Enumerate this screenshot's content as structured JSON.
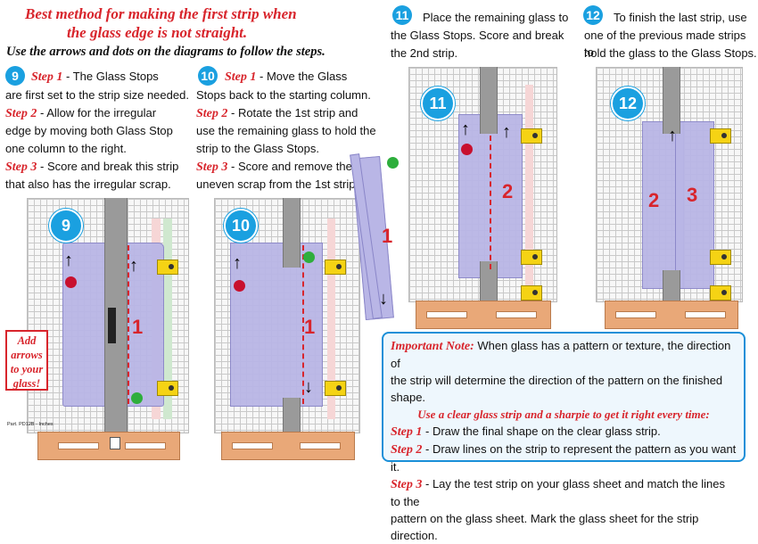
{
  "header": {
    "title_line1": "Best method for making the first strip when",
    "title_line2": "the glass edge is not straight.",
    "subtitle": "Use the arrows and dots on the diagrams to follow the steps."
  },
  "step9": {
    "badge": "9",
    "s1_label": "Step 1",
    "s1_text_a": " - The Glass Stops",
    "s1_text_b": "are first set to the strip size needed.",
    "s2_label": "Step 2",
    "s2_text_a": " - Allow for the irregular",
    "s2_text_b": "edge by moving both Glass Stop",
    "s2_text_c": "one column to the right.",
    "s3_label": "Step 3",
    "s3_text_a": " - Score and break this strip",
    "s3_text_b": "that also has the irregular scrap."
  },
  "step10": {
    "badge": "10",
    "s1_label": "Step 1",
    "s1_text_a": " - Move the Glass",
    "s1_text_b": "Stops back to the starting column.",
    "s2_label": "Step 2",
    "s2_text_a": " - Rotate the 1st strip and",
    "s2_text_b": "use the remaining glass to hold the",
    "s2_text_c": "strip to the Glass Stops.",
    "s3_label": "Step 3",
    "s3_text_a": " - Score and remove the",
    "s3_text_b": "uneven scrap from the 1st strip."
  },
  "step11": {
    "badge": "11",
    "text_a": "Place the remaining glass to",
    "text_b": "the Glass Stops.  Score and break",
    "text_c": "the 2nd strip."
  },
  "step12": {
    "badge": "12",
    "text_a": "To finish the last strip, use",
    "text_b": "one of the previous made strips to",
    "text_c": "hold the glass to the Glass Stops."
  },
  "diagrams": {
    "d9_badge": "9",
    "d10_badge": "10",
    "d11_badge": "11",
    "d12_badge": "12",
    "strip1": "1",
    "strip2": "2",
    "strip3": "3",
    "ruler_part": "Part. PD12B - Inches",
    "add_arrows": "Add arrows to your glass!"
  },
  "note": {
    "label": "Important Note:",
    "text_a": " When glass has a pattern or texture, the direction of",
    "text_b": "the strip will determine the direction of the pattern on the finished shape.",
    "highlight": "Use a clear glass strip and a sharpie to get it right every time:",
    "s1_label": "Step 1",
    "s1_text": " - Draw the final shape on the clear glass strip.",
    "s2_label": "Step 2",
    "s2_text": " - Draw lines on the strip to represent the pattern as you want it.",
    "s3_label": "Step 3",
    "s3_text_a": " - Lay the test strip on your glass sheet and match the lines to the",
    "s3_text_b": "pattern on the glass sheet.  Mark the glass sheet for the strip direction."
  },
  "colors": {
    "accent_red": "#d8252c",
    "badge_blue": "#1aa0e0",
    "glass_purple": "#b9b6e6",
    "stop_yellow": "#f5d314",
    "base_orange": "#e9a878"
  }
}
